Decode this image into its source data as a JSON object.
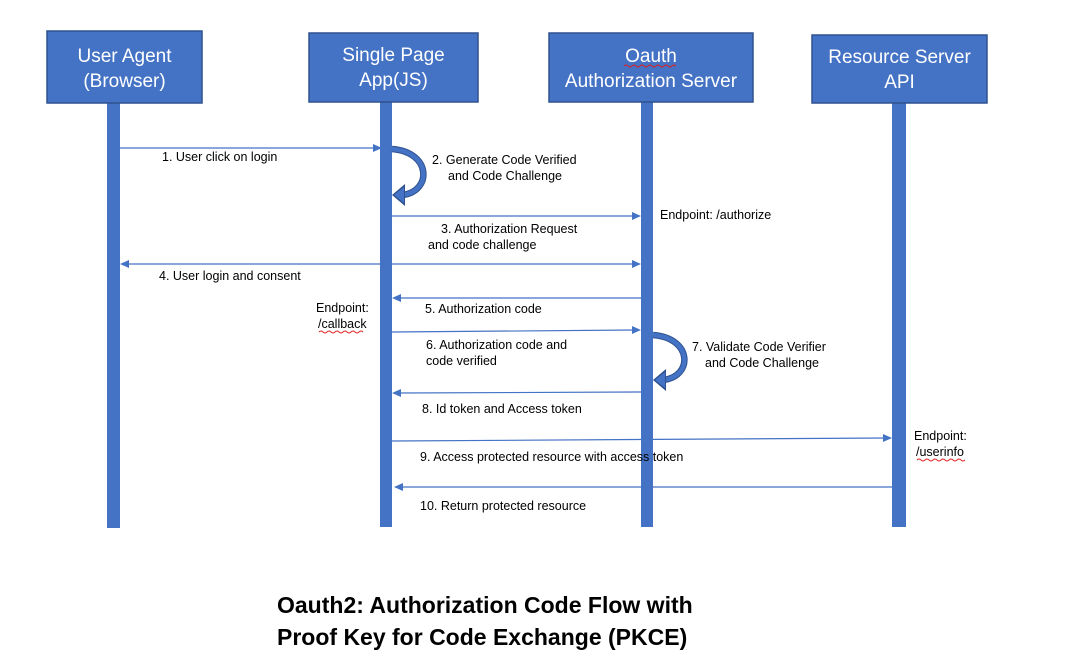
{
  "actors": [
    {
      "id": "user-agent",
      "lines": [
        "User Agent",
        "(Browser)"
      ]
    },
    {
      "id": "spa",
      "lines": [
        "Single Page",
        "App(JS)"
      ]
    },
    {
      "id": "auth-server",
      "lines": [
        "Oauth",
        "Authorization Server"
      ]
    },
    {
      "id": "resource-server",
      "lines": [
        "Resource Server",
        "API"
      ]
    }
  ],
  "messages": [
    {
      "id": "msg-1",
      "lines": [
        "1. User click on login"
      ]
    },
    {
      "id": "msg-2",
      "lines": [
        "2. Generate Code Verified",
        "and Code Challenge"
      ]
    },
    {
      "id": "msg-3",
      "lines": [
        "3. Authorization Request",
        "and code challenge"
      ]
    },
    {
      "id": "msg-4",
      "lines": [
        "4. User login and consent"
      ]
    },
    {
      "id": "msg-5",
      "lines": [
        "5. Authorization code"
      ]
    },
    {
      "id": "msg-6",
      "lines": [
        "6. Authorization code and",
        "code verified"
      ]
    },
    {
      "id": "msg-7",
      "lines": [
        "7. Validate Code Verifier",
        "and Code Challenge"
      ]
    },
    {
      "id": "msg-8",
      "lines": [
        "8. Id token and Access token"
      ]
    },
    {
      "id": "msg-9",
      "lines": [
        "9. Access protected resource with access token"
      ]
    },
    {
      "id": "msg-10",
      "lines": [
        "10. Return protected resource"
      ]
    }
  ],
  "notes": [
    {
      "id": "endpoint-authorize",
      "lines": [
        "Endpoint: /authorize"
      ]
    },
    {
      "id": "endpoint-callback",
      "lines": [
        "Endpoint:",
        "/callback"
      ]
    },
    {
      "id": "endpoint-userinfo",
      "lines": [
        "Endpoint:",
        "/userinfo"
      ]
    }
  ],
  "title": {
    "line1": "Oauth2: Authorization Code Flow with",
    "line2": "Proof Key for Code Exchange (PKCE)"
  }
}
